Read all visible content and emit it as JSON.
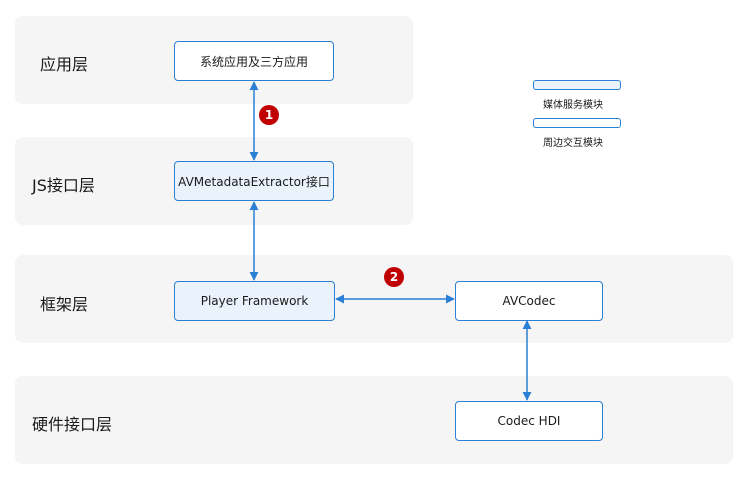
{
  "layers": {
    "app": "应用层",
    "js": "JS接口层",
    "framework": "框架层",
    "hdi": "硬件接口层"
  },
  "boxes": {
    "system_apps": "系统应用及三方应用",
    "av_metadata_extractor": "AVMetadataExtractor接口",
    "player_framework": "Player Framework",
    "avcodec": "AVCodec",
    "codec_hdi": "Codec HDI"
  },
  "legend": {
    "media_service": "媒体服务模块",
    "peripheral": "周边交互模块"
  },
  "badges": {
    "one": "1",
    "two": "2"
  },
  "colors": {
    "arrow": "#2b7fd4",
    "media_fill": "#eaf3fc",
    "peripheral_fill": "#ffffff",
    "badge": "#c00000",
    "layer_bg": "#f5f5f5"
  }
}
